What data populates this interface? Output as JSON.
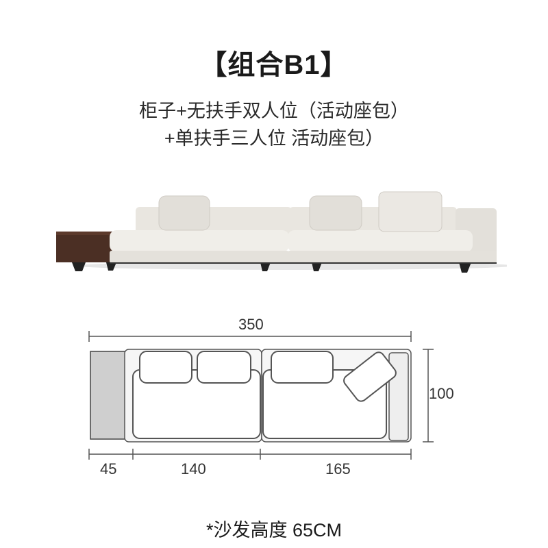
{
  "title": "【组合B1】",
  "description": {
    "line1": "柜子+无扶手双人位（活动座包）",
    "line2": "+单扶手三人位 活动座包）"
  },
  "dimensions": {
    "total_width": "350",
    "depth": "100",
    "cabinet": "45",
    "left_section": "140",
    "right_section": "165"
  },
  "note": "*沙发高度 65CM",
  "colors": {
    "fabric": "#ece9e3",
    "walnut": "#4a2e22",
    "line": "#555555",
    "cabinet_plan": "#cfcfcf"
  }
}
